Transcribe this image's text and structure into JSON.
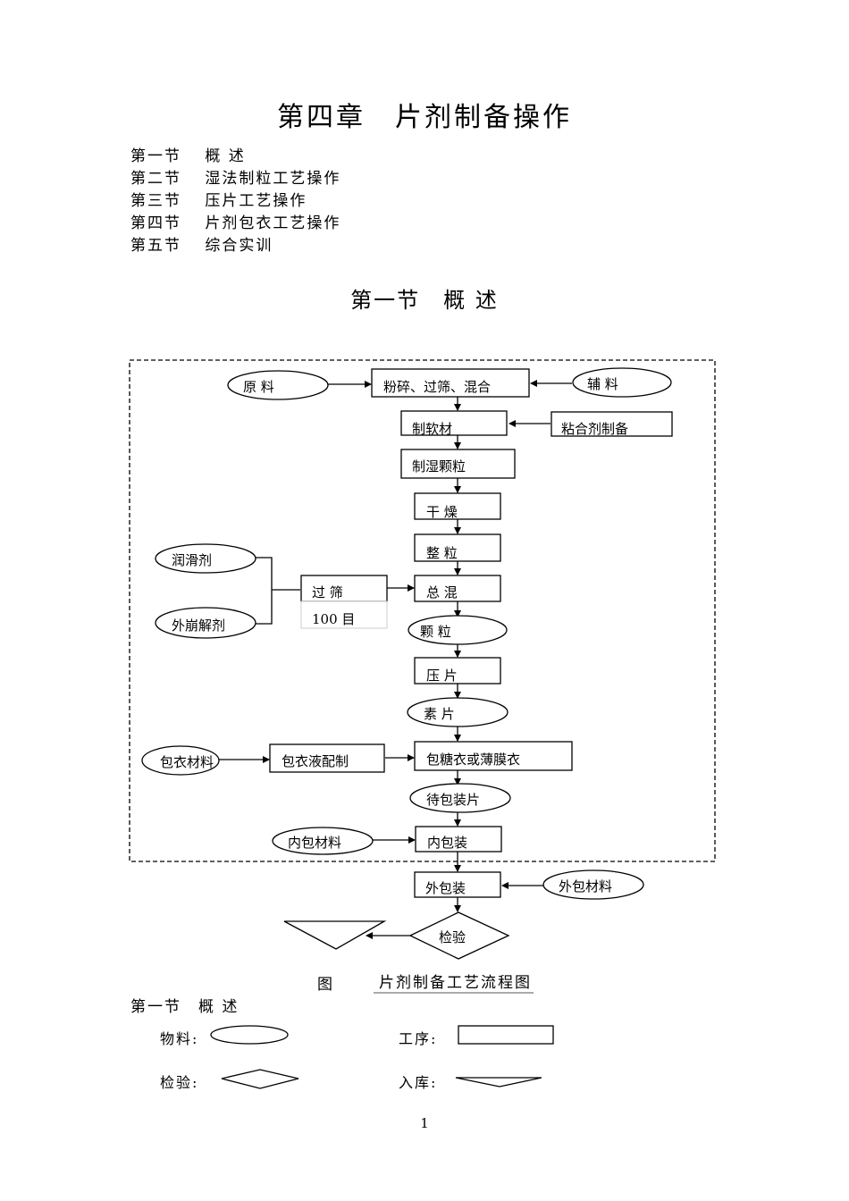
{
  "chapter_title": "第四章　片剂制备操作",
  "toc": [
    {
      "section": "第一节",
      "title": "概 述"
    },
    {
      "section": "第二节",
      "title": "湿法制粒工艺操作"
    },
    {
      "section": "第三节",
      "title": "压片工艺操作"
    },
    {
      "section": "第四节",
      "title": "片剂包衣工艺操作"
    },
    {
      "section": "第五节",
      "title": "综合实训"
    }
  ],
  "section_title": "第一节　概 述",
  "flowchart": {
    "yuanliao": "原 料",
    "fenzui": "粉碎、过筛、混合",
    "fuliao": "辅 料",
    "zhiruancai": "制软材",
    "nianhe": "粘合剂制备",
    "zhishi": "制湿颗粒",
    "ganzao": "干 燥",
    "zhengli": "整 粒",
    "runhua": "润滑剂",
    "guoshai": "过 筛",
    "mesh": "100 目",
    "zonghun": "总 混",
    "waibeng": "外崩解剂",
    "keli": "颗 粒",
    "yapian": "压 片",
    "supian": "素 片",
    "baoyi_cailiao": "包衣材料",
    "baoyiye": "包衣液配制",
    "baotang": "包糖衣或薄膜衣",
    "daibao": "待包装片",
    "neibao_cailiao": "内包材料",
    "neibao": "内包装",
    "waibao": "外包装",
    "waibao_cailiao": "外包材料",
    "jianyan": "检验"
  },
  "caption": {
    "fig": "图",
    "text": "片剂制备工艺流程图"
  },
  "legend": {
    "section": "第一节　概 述",
    "material": "物料:",
    "process": "工序:",
    "inspection": "检验:",
    "storage": "入库:"
  },
  "page_number": "1"
}
